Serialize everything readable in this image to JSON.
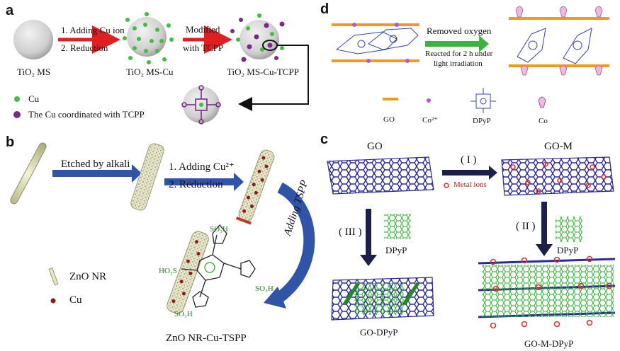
{
  "panels": {
    "a": "a",
    "b": "b",
    "c": "c",
    "d": "d"
  },
  "a": {
    "step1": "1. Adding Cu ion",
    "step2": "2. Reduction",
    "step3a": "Modified",
    "step3b": "with TCPP",
    "label1": "TiO₂ MS",
    "label2": "TiO₂ MS-Cu",
    "label3": "TiO₂ MS-Cu-TCPP",
    "legend_cu": "Cu",
    "legend_coord": "The Cu coordinated with TCPP"
  },
  "b": {
    "etched": "Etched by alkali",
    "step1": "1. Adding Cu²⁺",
    "step2": "2. Reduction",
    "adding": "Adding TSPP",
    "legend_nr": "ZnO NR",
    "legend_cu": "Cu",
    "product": "ZnO NR-Cu-TSPP",
    "sub_so3h_1": "SO₃H",
    "sub_so3h_2": "HO₃S",
    "sub_so3h_3": "SO₃H",
    "sub_so3h_4": "SO₃H"
  },
  "c": {
    "go": "GO",
    "gom": "GO-M",
    "step_I": "( I )",
    "metal": "Metal ions",
    "step_II": "( II )",
    "step_III": "( III )",
    "dpyp1": "DPyP",
    "dpyp2": "DPyP",
    "go_dpyp": "GO-DPyP",
    "gom_dpyp": "GO-M-DPyP"
  },
  "d": {
    "arrow1": "Removed oxygen",
    "arrow2a": "Reacted for 2 h under",
    "arrow2b": "light irradiation",
    "leg_go": "GO",
    "leg_co2": "Co²⁺",
    "leg_dpyp": "DPyP",
    "leg_co": "Co"
  },
  "colors": {
    "red_arrow": "#e02020",
    "blue_arrow": "#2f54a8",
    "navy_arrow": "#1c1f4a",
    "green_arrow": "#3cb33c",
    "cu_green": "#3fbf3f",
    "cu_purple": "#7a2a8c",
    "graphene": "#2b2b9a",
    "porphyrin": "#2fb52f",
    "go_orange": "#f39a1e",
    "metal_red": "#e03030"
  }
}
